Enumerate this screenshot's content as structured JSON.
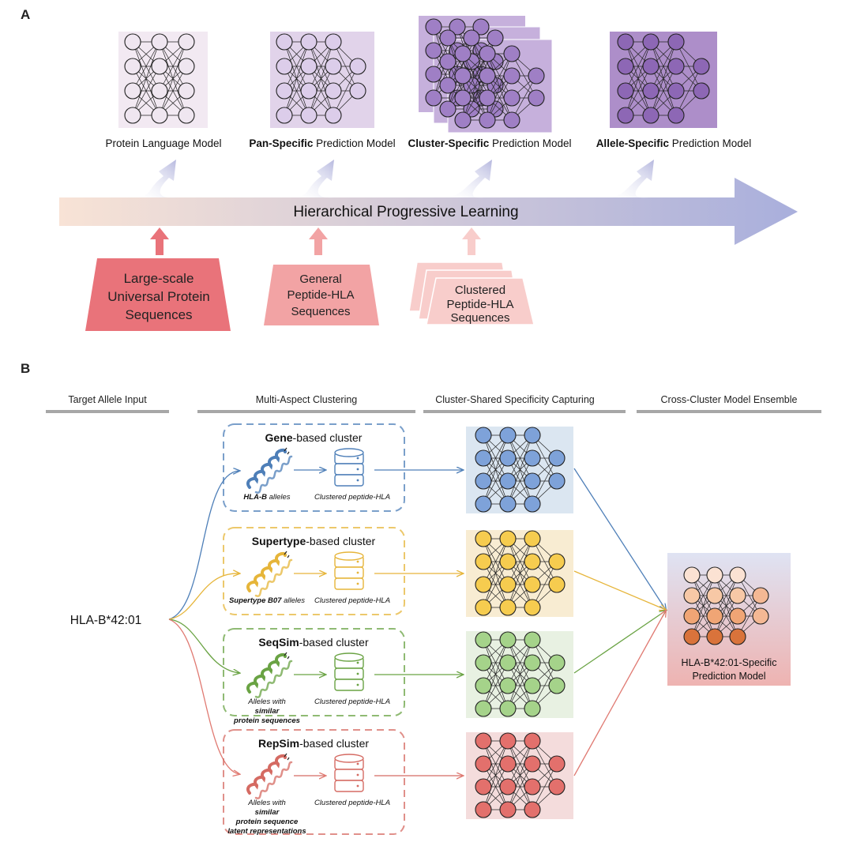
{
  "panel_a": {
    "letter": "A",
    "models": [
      {
        "bold": "",
        "normal": "Protein Language Model",
        "icon": "neural-network-icon"
      },
      {
        "bold": "Pan-Specific",
        "normal": " Prediction Model",
        "icon": "neural-network-icon"
      },
      {
        "bold": "Cluster-Specific",
        "normal": " Prediction Model",
        "icon": "stacked-neural-network-icon"
      },
      {
        "bold": "Allele-Specific",
        "normal": " Prediction Model",
        "icon": "neural-network-icon"
      }
    ],
    "arrow_label": "Hierarchical Progressive Learning",
    "data_sources": [
      {
        "lines": [
          "Large-scale",
          "Universal Protein",
          "Sequences"
        ],
        "color": "#e9737a"
      },
      {
        "lines": [
          "General",
          "Peptide-HLA",
          "Sequences"
        ],
        "color": "#f2a3a4"
      },
      {
        "lines": [
          "Clustered",
          "Peptide-HLA",
          "Sequences"
        ],
        "color": "#f8cdcb"
      }
    ]
  },
  "panel_b": {
    "letter": "B",
    "stages": [
      "Target Allele Input",
      "Multi-Aspect Clustering",
      "Cluster-Shared Specificity Capturing",
      "Cross-Cluster Model Ensemble"
    ],
    "allele_input": "HLA-B*42:01",
    "clusters": [
      {
        "title_bold": "Gene",
        "title_rest": "-based cluster",
        "allele_caption": [
          [
            "HLA-B",
            " alleles"
          ]
        ],
        "db_caption": "Clustered peptide-HLA",
        "color": "#4e7fb8",
        "fill": "#7ea2d9",
        "bg": "#dbe6f1",
        "icon": "protein-helix-icon"
      },
      {
        "title_bold": "Supertype",
        "title_rest": "-based cluster",
        "allele_caption": [
          [
            "Supertype B07",
            " alleles"
          ]
        ],
        "db_caption": "Clustered peptide-HLA",
        "color": "#e6b53a",
        "fill": "#f6cc4f",
        "bg": "#f8ecd2",
        "icon": "protein-helix-icon"
      },
      {
        "title_bold": "SeqSim",
        "title_rest": "-based cluster",
        "allele_caption": [
          [
            "",
            "Alleles with "
          ],
          [
            "similar",
            ""
          ],
          [
            "protein sequences",
            ""
          ]
        ],
        "db_caption": "Clustered peptide-HLA",
        "color": "#6aa344",
        "fill": "#a5d38a",
        "bg": "#e8f1e2",
        "icon": "protein-helix-icon"
      },
      {
        "title_bold": "RepSim",
        "title_rest": "-based cluster",
        "allele_caption": [
          [
            "",
            "Alleles with "
          ],
          [
            "similar",
            ""
          ],
          [
            "protein sequence",
            ""
          ],
          [
            "latent representations",
            ""
          ]
        ],
        "db_caption": "Clustered peptide-HLA",
        "color": "#d56b63",
        "fill": "#e3706c",
        "bg": "#f4dcdc",
        "icon": "protein-helix-icon"
      }
    ],
    "ensemble_label": [
      "HLA-B*42:01-Specific",
      "Prediction Model"
    ]
  }
}
